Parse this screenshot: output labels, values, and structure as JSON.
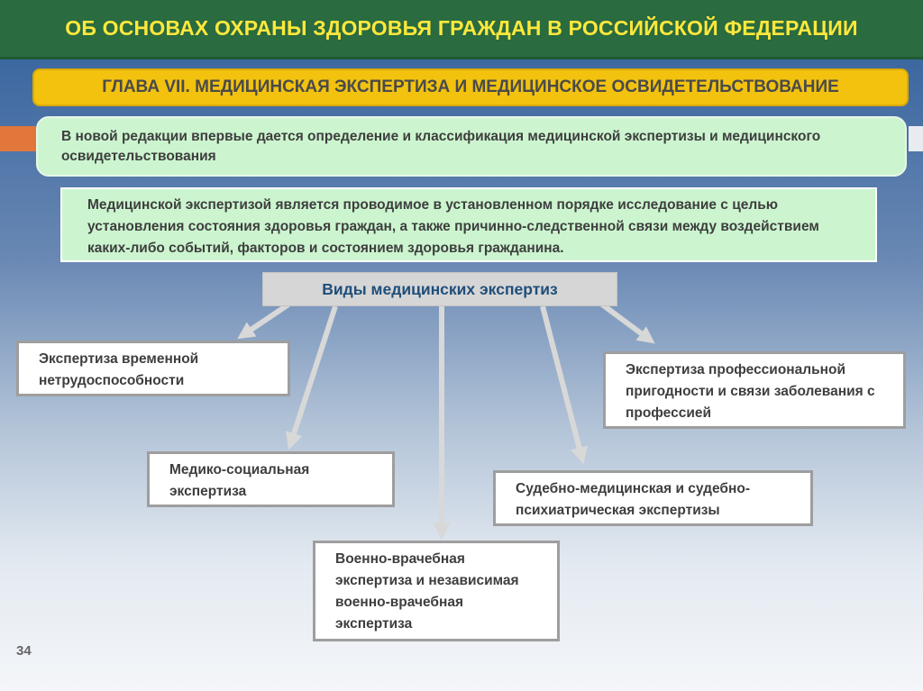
{
  "title": "ОБ ОСНОВАХ ОХРАНЫ ЗДОРОВЬЯ ГРАЖДАН В РОССИЙСКОЙ ФЕДЕРАЦИИ",
  "chapter": "ГЛАВА VII. МЕДИЦИНСКАЯ ЭКСПЕРТИЗА И МЕДИЦИНСКОЕ ОСВИДЕТЕЛЬСТВОВАНИЕ",
  "intro": "В новой редакции впервые дается определение и классификация медицинской экспертизы и медицинского освидетельствования",
  "definition": "Медицинской экспертизой является проводимое в установленном порядке исследование с целью установления состояния здоровья граждан, а также причинно-следственной связи между воздействием каких-либо событий, факторов и состоянием здоровья гражданина.",
  "types_header": "Виды медицинских экспертиз",
  "types": {
    "temporary_disability": "Экспертиза временной нетрудоспособности",
    "professional_fitness": "Экспертиза профессиональной пригодности и связи заболевания с профессией",
    "medical_social": "Медико-социальная экспертиза",
    "forensic": "Судебно-медицинская и судебно-психиатрическая экспертизы",
    "military": "Военно-врачебная экспертиза и независимая военно-врачебная экспертиза"
  },
  "page_number": "34",
  "colors": {
    "title_bar": "#2a6b3f",
    "title_text": "#ffe83c",
    "chapter_bar": "#f2c20f",
    "green_box": "#ccf5cf",
    "header_text": "#1f4e79",
    "arrow": "#d8d8d8"
  }
}
